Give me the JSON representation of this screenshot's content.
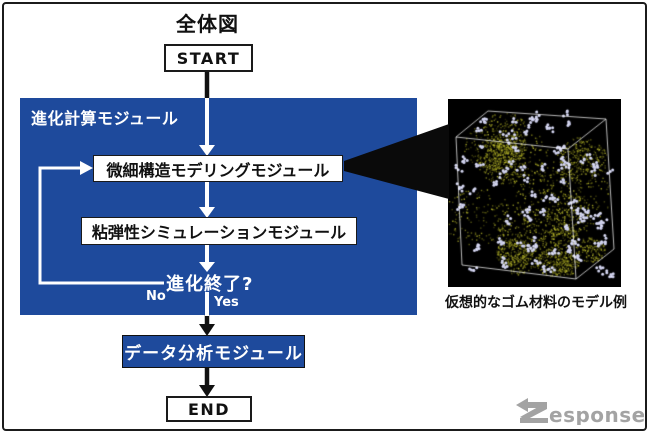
{
  "title": "全体図",
  "flowchart": {
    "start_label": "START",
    "panel_label": "進化計算モジュール",
    "steps": [
      {
        "label": "微細構造モデリングモジュール"
      },
      {
        "label": "粘弾性シミュレーションモジュール"
      }
    ],
    "decision_label": "進化終了?",
    "no_label": "No",
    "yes_label": "Yes",
    "analysis_label": "データ分析モジュール",
    "end_label": "END"
  },
  "callout": {
    "caption": "仮想的なゴム材料のモデル例"
  },
  "watermark": {
    "full": "Response.",
    "tail": "esponse."
  },
  "colors": {
    "panel_blue": "#1e4a9c",
    "mesh_yellow": "#b5b52a",
    "mesh_yellow_dark": "#6e6e14",
    "particle_lavender": "#c9cbe9",
    "particle_highlight": "#eeeffc",
    "wireframe_white": "#ffffff",
    "watermark_gray": "#a3a3a3",
    "line_black": "#111111",
    "line_white": "#ffffff"
  }
}
